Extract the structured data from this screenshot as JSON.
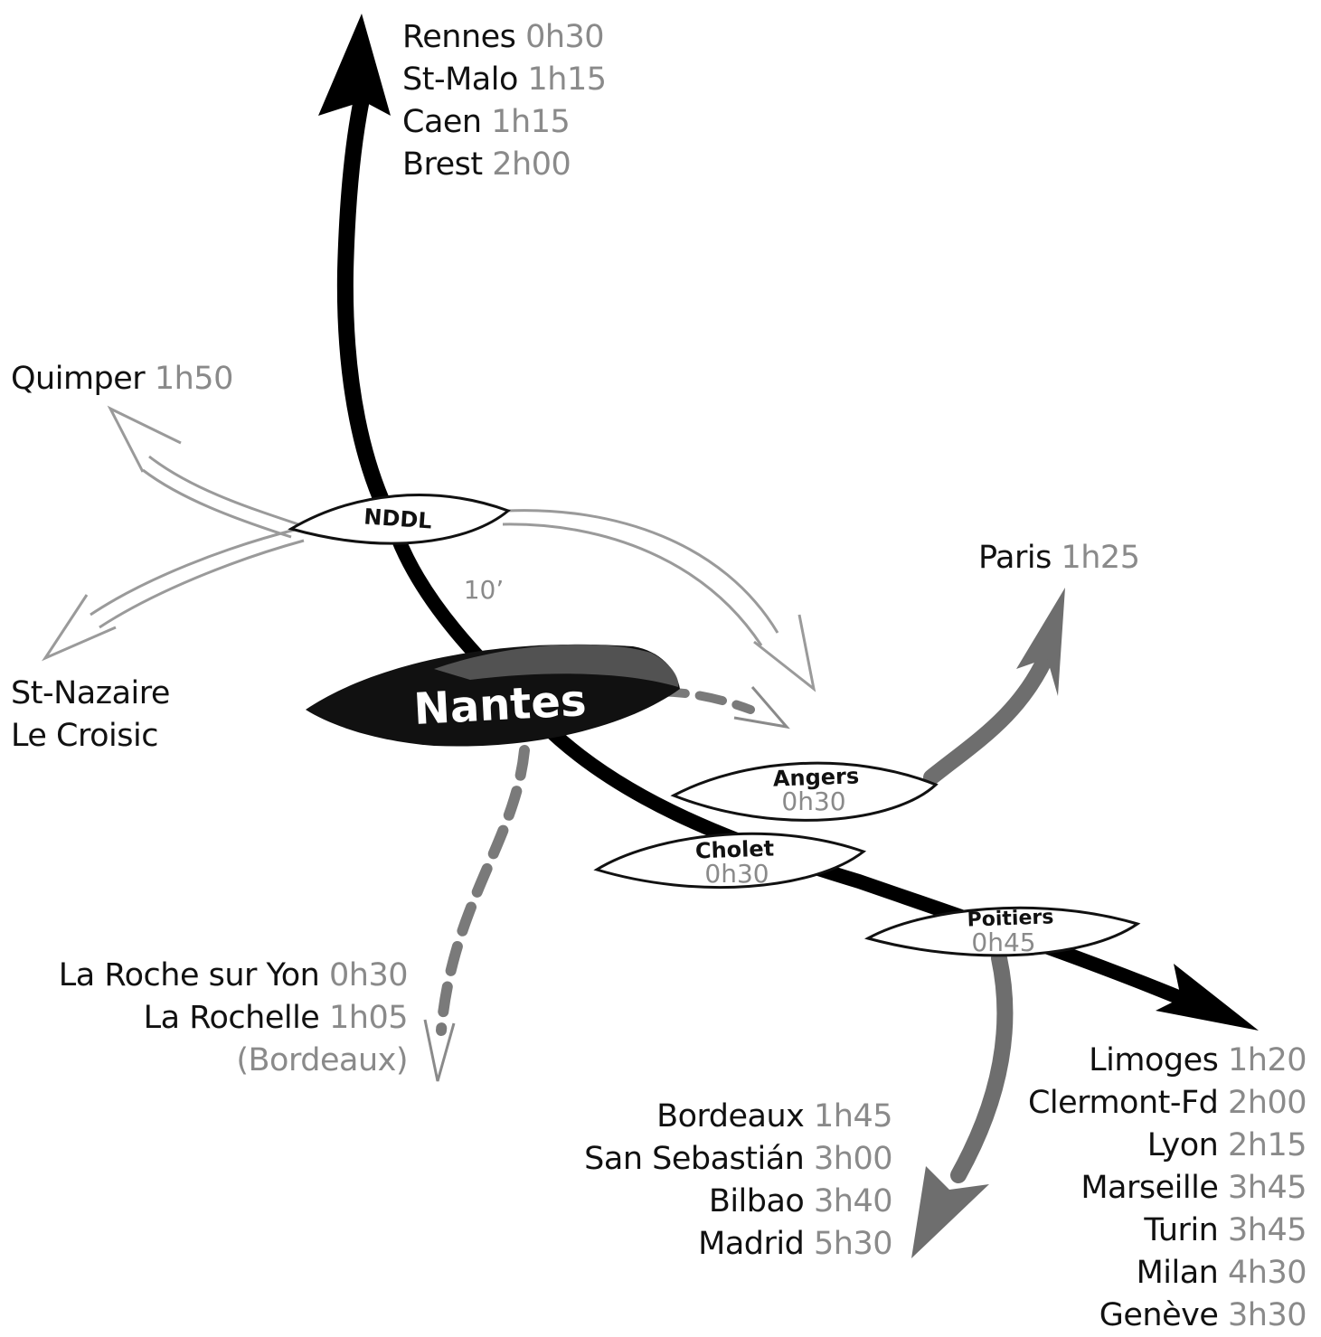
{
  "hub": {
    "name": "Nantes"
  },
  "nodes": {
    "nddl": {
      "name": "NDDL",
      "time": "10’"
    },
    "angers": {
      "name": "Angers",
      "time": "0h30"
    },
    "cholet": {
      "name": "Cholet",
      "time": "0h30"
    },
    "poitiers": {
      "name": "Poitiers",
      "time": "0h45"
    }
  },
  "groups": {
    "north": [
      {
        "city": "Rennes",
        "time": "0h30"
      },
      {
        "city": "St-Malo",
        "time": "1h15"
      },
      {
        "city": "Caen",
        "time": "1h15"
      },
      {
        "city": "Brest",
        "time": "2h00"
      }
    ],
    "quimper": {
      "city": "Quimper",
      "time": "1h50"
    },
    "stnazaire": [
      {
        "city": "St-Nazaire"
      },
      {
        "city": "Le Croisic"
      }
    ],
    "paris": {
      "city": "Paris",
      "time": "1h25"
    },
    "south": [
      {
        "city": "La Roche sur Yon",
        "time": "0h30"
      },
      {
        "city": "La Rochelle",
        "time": "1h05"
      },
      {
        "city": "",
        "time": "(Bordeaux)"
      }
    ],
    "southwest": [
      {
        "city": "Bordeaux",
        "time": "1h45"
      },
      {
        "city": "San Sebastián",
        "time": "3h00"
      },
      {
        "city": "Bilbao",
        "time": "3h40"
      },
      {
        "city": "Madrid",
        "time": "5h30"
      }
    ],
    "southeast": [
      {
        "city": "Limoges",
        "time": "1h20"
      },
      {
        "city": "Clermont-Fd",
        "time": "2h00"
      },
      {
        "city": "Lyon",
        "time": "2h15"
      },
      {
        "city": "Marseille",
        "time": "3h45"
      },
      {
        "city": "Turin",
        "time": "3h45"
      },
      {
        "city": "Milan",
        "time": "4h30"
      },
      {
        "city": "Genève",
        "time": "3h30"
      }
    ]
  },
  "colors": {
    "main_line": "#000000",
    "secondary_line": "#6e6e6e",
    "hollow_arrow": "#9a9a9a",
    "hub_dark": "#111111",
    "hub_light": "#5a5a5a",
    "time_text": "#8a8a8a"
  }
}
